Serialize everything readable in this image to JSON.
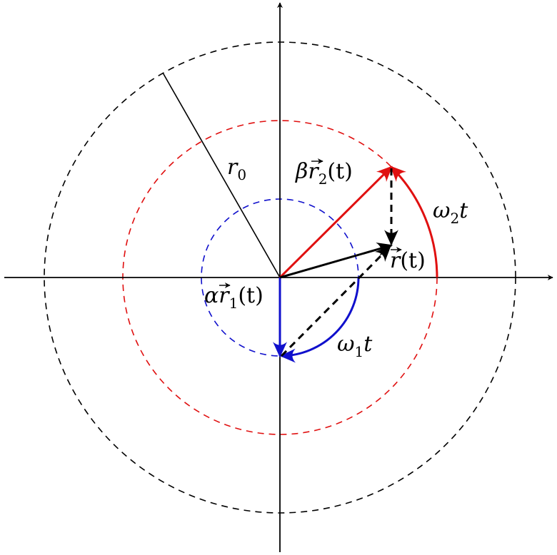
{
  "colors": {
    "outer": "#000000",
    "middle": "#e01010",
    "inner": "#1010cc",
    "axis": "#000000"
  },
  "labels": {
    "r0": {
      "sym": "r",
      "sub": "0"
    },
    "beta_r2": {
      "coef": "β",
      "vec": "r",
      "sub": "2",
      "arg": "(t)"
    },
    "omega2": {
      "sym": "ω",
      "sub": "2",
      "var": "t"
    },
    "r_vec": {
      "vec": "r",
      "arg": "(t)"
    },
    "alpha_r1": {
      "coef": "α",
      "vec": "r",
      "sub": "1",
      "arg": "(t)"
    },
    "omega1": {
      "sym": "ω",
      "sub": "1",
      "var": "t"
    }
  }
}
